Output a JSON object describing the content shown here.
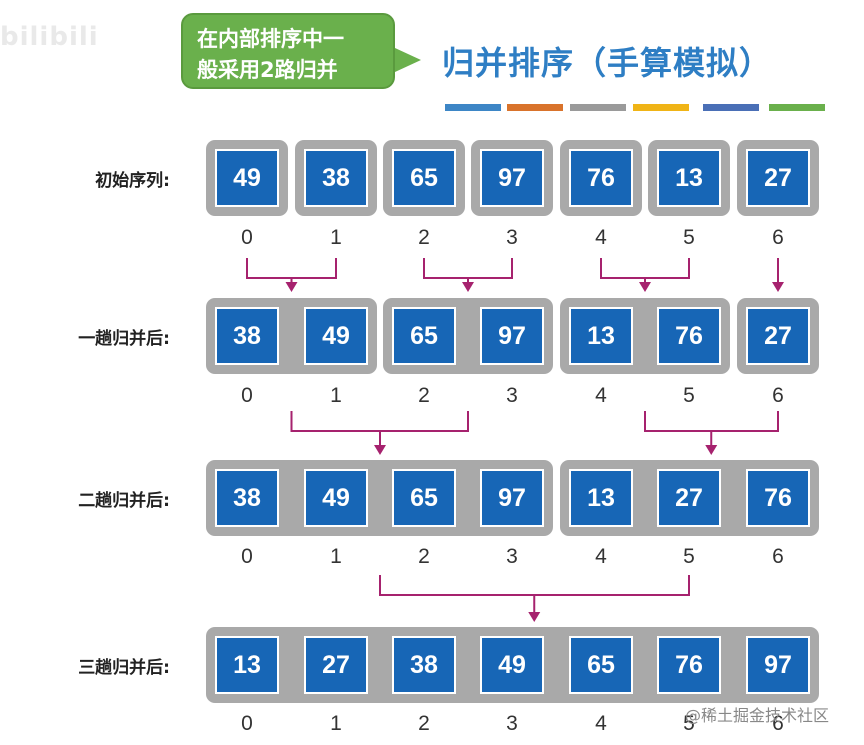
{
  "logo": "bilibili",
  "callout": {
    "line1": "在内部排序中一",
    "line2": "般采用2路归并"
  },
  "title": "归并排序（手算模拟）",
  "color_bars": [
    "#3d86c6",
    "#d9732b",
    "#9a9a9a",
    "#f0b416",
    "#4a6fb6",
    "#6ab04c"
  ],
  "colors": {
    "cell": "#1766b6",
    "group": "#a9a9a9",
    "arrow": "#a6226e",
    "title": "#2e7ec4",
    "callout": "#6ab04c"
  },
  "rows": [
    {
      "label": "初始序列:",
      "values": [
        "49",
        "38",
        "65",
        "97",
        "76",
        "13",
        "27"
      ],
      "groups": [
        [
          0
        ],
        [
          1
        ],
        [
          2
        ],
        [
          3
        ],
        [
          4
        ],
        [
          5
        ],
        [
          6
        ]
      ],
      "indices": [
        "0",
        "1",
        "2",
        "3",
        "4",
        "5",
        "6"
      ]
    },
    {
      "label": "一趟归并后:",
      "values": [
        "38",
        "49",
        "65",
        "97",
        "13",
        "76",
        "27"
      ],
      "groups": [
        [
          0,
          1
        ],
        [
          2,
          3
        ],
        [
          4,
          5
        ],
        [
          6
        ]
      ],
      "indices": [
        "0",
        "1",
        "2",
        "3",
        "4",
        "5",
        "6"
      ]
    },
    {
      "label": "二趟归并后:",
      "values": [
        "38",
        "49",
        "65",
        "97",
        "13",
        "27",
        "76"
      ],
      "groups": [
        [
          0,
          1,
          2,
          3
        ],
        [
          4,
          5,
          6
        ]
      ],
      "indices": [
        "0",
        "1",
        "2",
        "3",
        "4",
        "5",
        "6"
      ]
    },
    {
      "label": "三趟归并后:",
      "values": [
        "13",
        "27",
        "38",
        "49",
        "65",
        "76",
        "97"
      ],
      "groups": [
        [
          0,
          1,
          2,
          3,
          4,
          5,
          6
        ]
      ],
      "indices": [
        "0",
        "1",
        "2",
        "3",
        "4",
        "5",
        "6"
      ]
    }
  ],
  "merges": [
    [
      {
        "from": [
          0,
          1
        ],
        "to": 0.5
      },
      {
        "from": [
          2,
          3
        ],
        "to": 2.5
      },
      {
        "from": [
          4,
          5
        ],
        "to": 4.5
      },
      {
        "from": [
          6
        ],
        "to": 6
      }
    ],
    [
      {
        "from": [
          0.5,
          2.5
        ],
        "to": 1.5
      },
      {
        "from": [
          4.5,
          6
        ],
        "to": 5.25
      }
    ],
    [
      {
        "from": [
          1.5,
          5.0
        ],
        "to": 3.25
      }
    ]
  ],
  "watermark": "@稀土掘金技术社区"
}
